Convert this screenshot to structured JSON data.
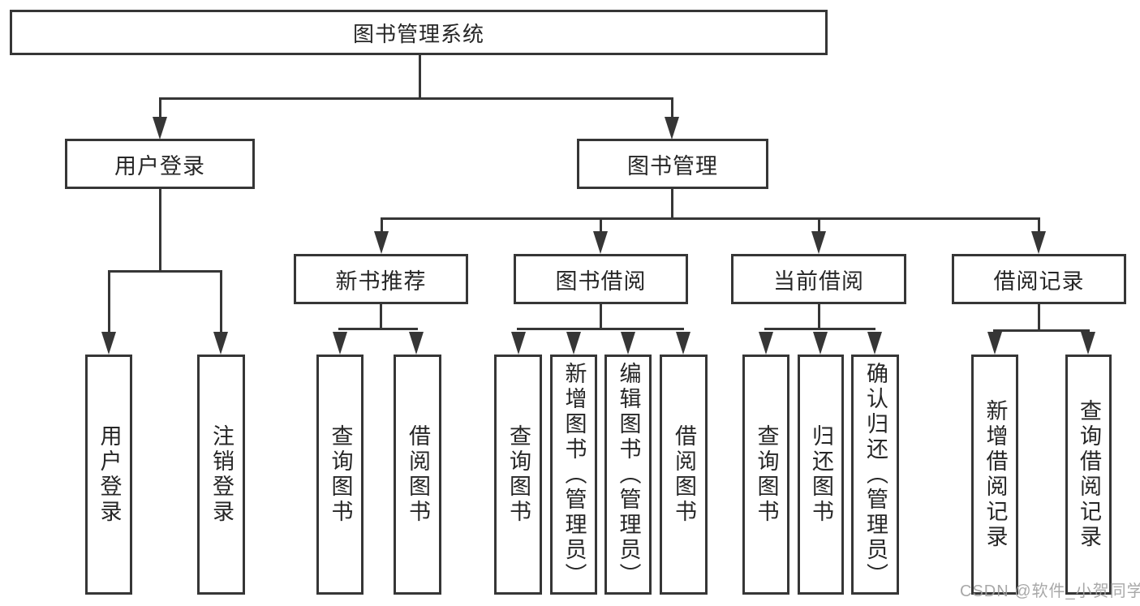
{
  "diagram_title": "图书管理系统",
  "tree": {
    "root": {
      "label": "图书管理系统"
    },
    "branches": [
      {
        "label": "用户登录",
        "leaves": [
          {
            "label": "用户登录"
          },
          {
            "label": "注销登录"
          }
        ]
      },
      {
        "label": "图书管理",
        "sections": [
          {
            "label": "新书推荐",
            "leaves": [
              {
                "label": "查询图书"
              },
              {
                "label": "借阅图书"
              }
            ]
          },
          {
            "label": "图书借阅",
            "leaves": [
              {
                "label": "查询图书"
              },
              {
                "label": "新增图书（管理员）"
              },
              {
                "label": "编辑图书（管理员）"
              },
              {
                "label": "借阅图书"
              }
            ]
          },
          {
            "label": "当前借阅",
            "leaves": [
              {
                "label": "查询图书"
              },
              {
                "label": "归还图书"
              },
              {
                "label": "确认归还（管理员）"
              }
            ]
          },
          {
            "label": "借阅记录",
            "leaves": [
              {
                "label": "新增借阅记录"
              },
              {
                "label": "查询借阅记录"
              }
            ]
          }
        ]
      }
    ]
  },
  "watermark": {
    "text": "CSDN @软件_小贺同学"
  },
  "colors": {
    "line": "#363636",
    "box_border": "#363636",
    "text": "#262626",
    "background": "#ffffff",
    "watermark": "#9e9e9e"
  }
}
